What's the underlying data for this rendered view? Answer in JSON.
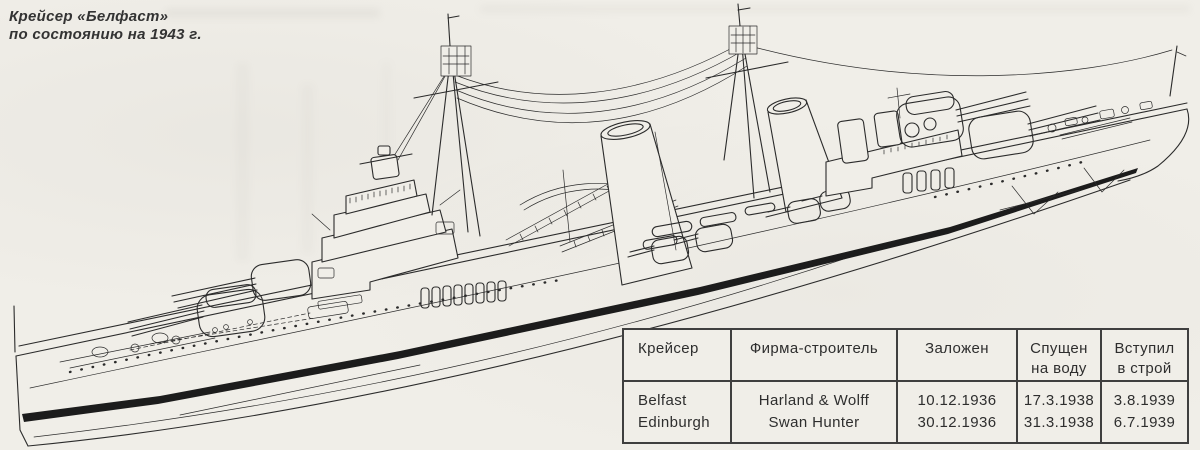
{
  "page": {
    "colors": {
      "paper": "#f0eee8",
      "ink": "#2b2b2b",
      "stripe": "#1c1c1c",
      "line": "#3f3f3f",
      "text": "#2e2e2e"
    },
    "title": {
      "line1": "Крейсер «Белфаст»",
      "line2": "по состоянию на 1943 г."
    }
  },
  "drawing": {
    "subject": "cruiser-belfast-1943-perspective-line-drawing"
  },
  "table": {
    "headers": [
      {
        "line1": "Крейсер",
        "line2": ""
      },
      {
        "line1": "Фирма-строитель",
        "line2": ""
      },
      {
        "line1": "Заложен",
        "line2": ""
      },
      {
        "line1": "Спущен",
        "line2": "на воду"
      },
      {
        "line1": "Вступил",
        "line2": "в строй"
      }
    ],
    "rows": [
      {
        "name": "Belfast",
        "builder": "Harland & Wolff",
        "laid_down": "10.12.1936",
        "launched": "17.3.1938",
        "commissioned": "3.8.1939"
      },
      {
        "name": "Edinburgh",
        "builder": "Swan Hunter",
        "laid_down": "30.12.1936",
        "launched": "31.3.1938",
        "commissioned": "6.7.1939"
      }
    ]
  }
}
